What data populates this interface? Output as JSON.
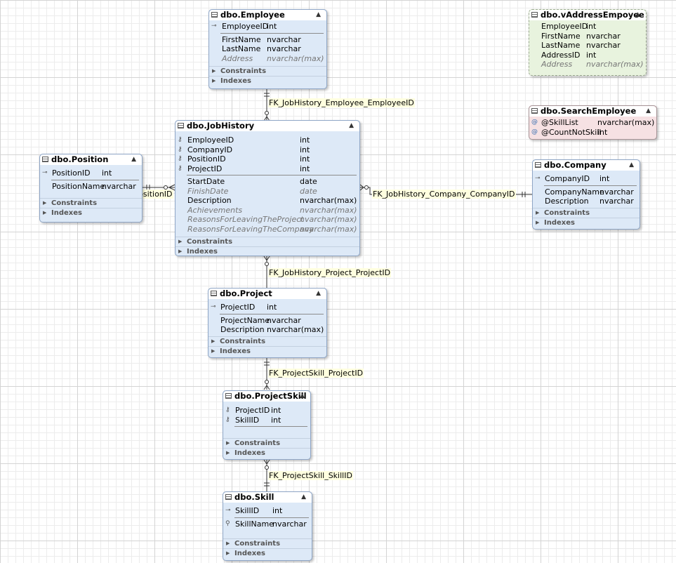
{
  "entities": {
    "employee": {
      "title": "dbo.Employee",
      "key_rows": [
        {
          "name": "EmployeeID",
          "type": "int"
        }
      ],
      "rows": [
        {
          "name": "FirstName",
          "type": "nvarchar"
        },
        {
          "name": "LastName",
          "type": "nvarchar"
        },
        {
          "name": "Address",
          "type": "nvarchar(max)"
        }
      ],
      "constraints_label": "Constraints",
      "indexes_label": "Indexes"
    },
    "vaddress": {
      "title": "dbo.vAddressEmpoyee",
      "rows": [
        {
          "name": "EmployeeID",
          "type": "int"
        },
        {
          "name": "FirstName",
          "type": "nvarchar"
        },
        {
          "name": "LastName",
          "type": "nvarchar"
        },
        {
          "name": "AddressID",
          "type": "int"
        },
        {
          "name": "Address",
          "type": "nvarchar(max)"
        }
      ]
    },
    "searchemployee": {
      "title": "dbo.SearchEmployee",
      "rows": [
        {
          "name": "@SkillList",
          "type": "nvarchar(max)"
        },
        {
          "name": "@CountNotSkill",
          "type": "int"
        }
      ]
    },
    "jobhistory": {
      "title": "dbo.JobHistory",
      "key_rows": [
        {
          "name": "EmployeeID",
          "type": "int"
        },
        {
          "name": "CompanyID",
          "type": "int"
        },
        {
          "name": "PositionID",
          "type": "int"
        },
        {
          "name": "ProjectID",
          "type": "int"
        }
      ],
      "rows": [
        {
          "name": "StartDate",
          "type": "date"
        },
        {
          "name": "FinishDate",
          "type": "date"
        },
        {
          "name": "Description",
          "type": "nvarchar(max)"
        },
        {
          "name": "Achievements",
          "type": "nvarchar(max)"
        },
        {
          "name": "ReasonsForLeavingTheProject",
          "type": "nvarchar(max)"
        },
        {
          "name": "ReasonsForLeavingTheCompany",
          "type": "nvarchar(max)"
        }
      ],
      "constraints_label": "Constraints",
      "indexes_label": "Indexes"
    },
    "position": {
      "title": "dbo.Position",
      "key_rows": [
        {
          "name": "PositionID",
          "type": "int"
        }
      ],
      "rows": [
        {
          "name": "PositionName",
          "type": "nvarchar"
        }
      ],
      "constraints_label": "Constraints",
      "indexes_label": "Indexes"
    },
    "company": {
      "title": "dbo.Company",
      "key_rows": [
        {
          "name": "CompanyID",
          "type": "int"
        }
      ],
      "rows": [
        {
          "name": "CompanyName",
          "type": "nvarchar"
        },
        {
          "name": "Description",
          "type": "nvarchar"
        }
      ],
      "constraints_label": "Constraints",
      "indexes_label": "Indexes"
    },
    "project": {
      "title": "dbo.Project",
      "key_rows": [
        {
          "name": "ProjectID",
          "type": "int"
        }
      ],
      "rows": [
        {
          "name": "ProjectName",
          "type": "nvarchar"
        },
        {
          "name": "Description",
          "type": "nvarchar(max)"
        }
      ],
      "constraints_label": "Constraints",
      "indexes_label": "Indexes"
    },
    "projectskill": {
      "title": "dbo.ProjectSkill",
      "key_rows": [
        {
          "name": "ProjectID",
          "type": "int"
        },
        {
          "name": "SkillID",
          "type": "int"
        }
      ],
      "rows": [],
      "constraints_label": "Constraints",
      "indexes_label": "Indexes"
    },
    "skill": {
      "title": "dbo.Skill",
      "key_rows": [
        {
          "name": "SkillID",
          "type": "int"
        }
      ],
      "rows": [
        {
          "name": "SkillName",
          "type": "nvarchar"
        }
      ],
      "constraints_label": "Constraints",
      "indexes_label": "Indexes"
    }
  },
  "relationships": {
    "fk_employee": "FK_JobHistory_Employee_EmployeeID",
    "fk_position": "FK_JobHistory_Position_PositionID",
    "fk_company": "FK_JobHistory_Company_CompanyID",
    "fk_project": "FK_JobHistory_Project_ProjectID",
    "fk_ps_project": "FK_ProjectSkill_ProjectID",
    "fk_ps_skill": "FK_ProjectSkill_SkillID"
  }
}
